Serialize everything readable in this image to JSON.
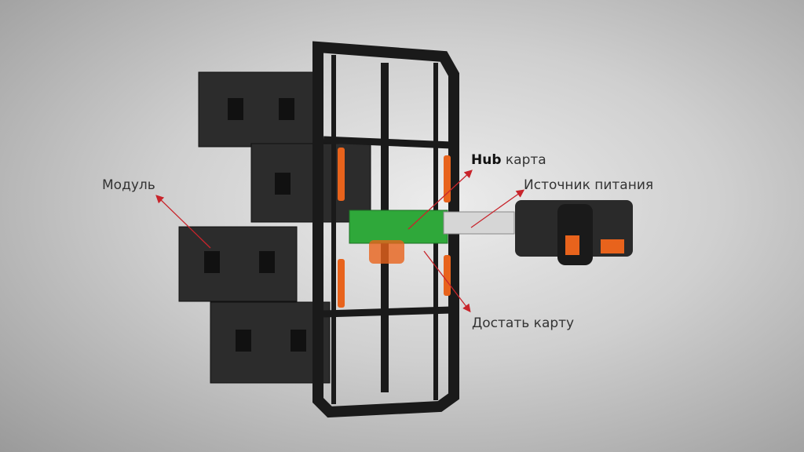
{
  "labels": {
    "module": "Модуль",
    "hub_bold": "Hub",
    "hub_rest": " карта",
    "power": "Источник питания",
    "remove_card": "Достать карту"
  },
  "colors": {
    "arrow": "#c8242b",
    "hub_card": "#2fa83a",
    "accent_orange": "#e8631c"
  }
}
